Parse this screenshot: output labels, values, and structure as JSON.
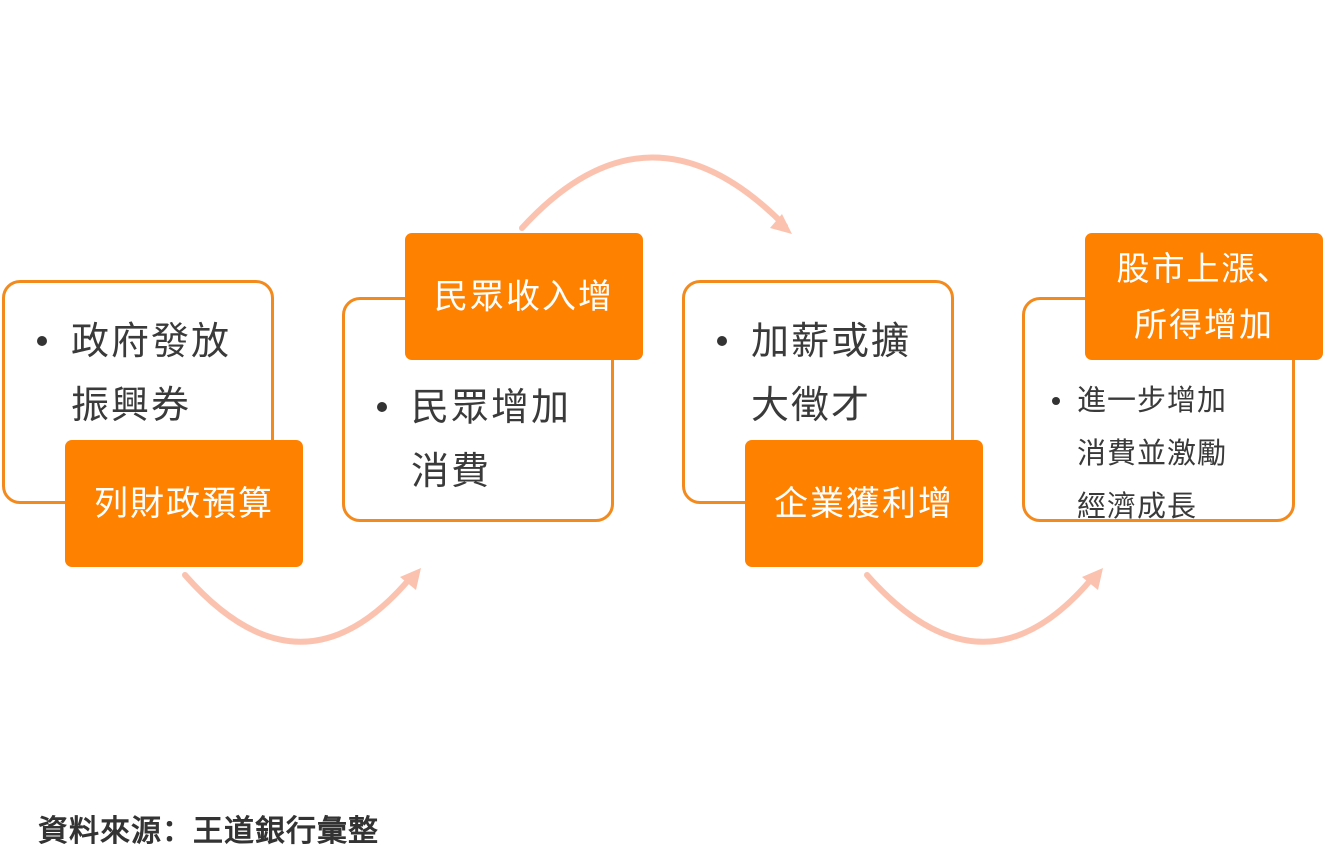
{
  "steps": [
    {
      "bullet": "政府發放振興券",
      "tag": "列財政預算"
    },
    {
      "bullet": "民眾增加消費",
      "tag": "民眾收入增"
    },
    {
      "bullet": "加薪或擴大徵才",
      "tag": "企業獲利增"
    },
    {
      "bullet": "進一步增加消費並激勵經濟成長",
      "tag": "股市上漲、\n所得增加"
    }
  ],
  "source": "資料來源：王道銀行彙整",
  "colors": {
    "box_border": "#F28A1E",
    "tag_fill": "#FF8100",
    "arrow": "#FBC3AF"
  }
}
